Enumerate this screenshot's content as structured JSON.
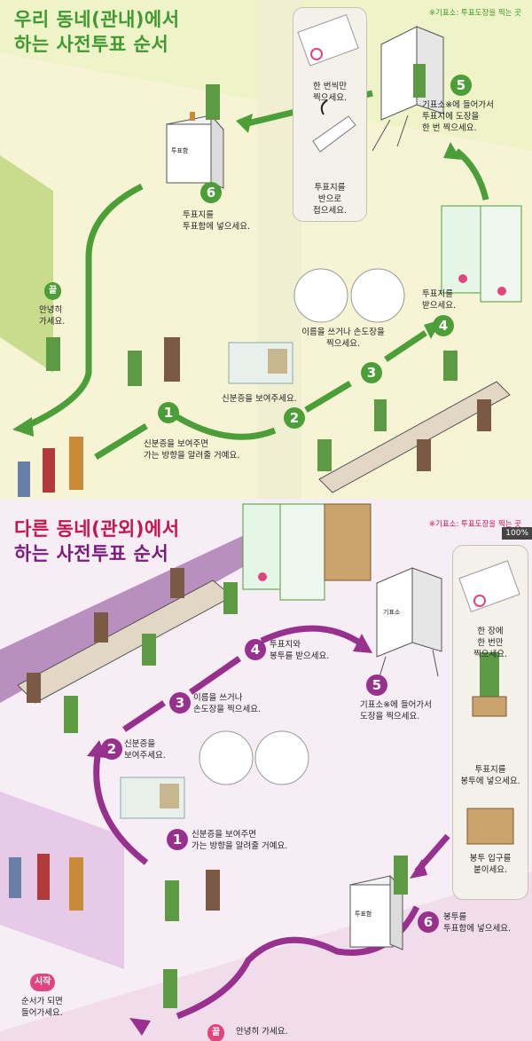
{
  "top": {
    "title_line1": "우리 동네(관내)에서",
    "title_line2": "하는 사전투표 순서",
    "note": "※기표소: 투표도장을 찍는 곳",
    "end_badge": "끝",
    "end_text": "안녕히\n가세요.",
    "steps": [
      {
        "num": "1",
        "text": "신분증을 보여주면\n가는 방향을 알려줄 거예요."
      },
      {
        "num": "2",
        "text": "신분증을 보여주세요."
      },
      {
        "num": "3",
        "text": "이름을 쓰거나 손도장을\n찍으세요."
      },
      {
        "num": "4",
        "text": "투표지를\n받으세요."
      },
      {
        "num": "5",
        "text": "기표소※에 들어가서\n투표지에 도장을\n한 번 찍으세요."
      },
      {
        "num": "6",
        "text": "투표지를\n투표함에 넣으세요."
      }
    ],
    "inset": {
      "stamp_text": "한 번씩만\n찍으세요.",
      "fold_text": "투표지를\n반으로\n접으세요."
    },
    "ballot_box_label": "투표함"
  },
  "bottom": {
    "title_line1": "다른 동네(관외)에서",
    "title_line2": "하는 사전투표 순서",
    "note": "※기표소: 투표도장을 찍는 곳",
    "zoom": "100%",
    "start_badge": "시작",
    "start_text": "순서가 되면\n들어가세요.",
    "end_badge": "끝",
    "end_text": "안녕히 가세요.",
    "steps": [
      {
        "num": "1",
        "text": "신분증을 보여주면\n가는 방향을 알려줄 거예요."
      },
      {
        "num": "2",
        "text": "신분증을\n보여주세요."
      },
      {
        "num": "3",
        "text": "이름을 쓰거나\n손도장을 찍으세요."
      },
      {
        "num": "4",
        "text": "투표지와\n봉투를 받으세요."
      },
      {
        "num": "5",
        "text": "기표소※에 들어가서\n도장을 찍으세요."
      },
      {
        "num": "6",
        "text": "봉투를\n투표함에 넣으세요."
      }
    ],
    "inset": {
      "stamp_text": "한 장에\n한 번만\n찍으세요.",
      "envelope_text": "투표지를\n봉투에 넣으세요.",
      "seal_text": "봉투 입구를\n붙이세요."
    },
    "ballot_box_label": "투표함",
    "booth_label": "기표소"
  },
  "colors": {
    "green": "#4c9e38",
    "purple": "#98308e",
    "pink": "#e2457c",
    "top_title": "#3f9a32",
    "bottom_title": "#c8154e"
  }
}
